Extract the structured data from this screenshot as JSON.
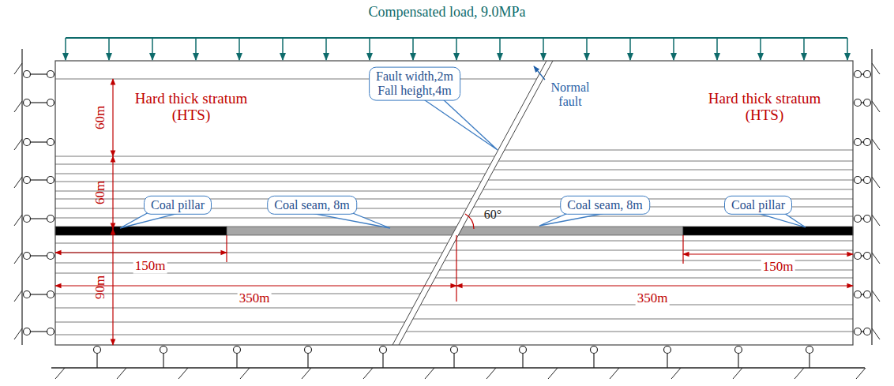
{
  "diagram": {
    "nodes": [
      {
        "text": [
          "Fault width,2m",
          "Fall height,4m"
        ]
      },
      {
        "text": [
          "Coal pillar"
        ]
      },
      {
        "text": [
          "Coal seam, 8m"
        ]
      },
      {
        "text": [
          "Coal seam, 8m"
        ]
      },
      {
        "text": [
          "Coal pillar"
        ]
      }
    ],
    "labels": [
      "Compensated load, 9.0MPa",
      "60m",
      "60m",
      "90m",
      "Hard thick stratum (HTS)",
      "Hard thick stratum (HTS)",
      "Normal fault",
      "60°",
      "150m",
      "350m",
      "150m",
      "350m"
    ]
  }
}
